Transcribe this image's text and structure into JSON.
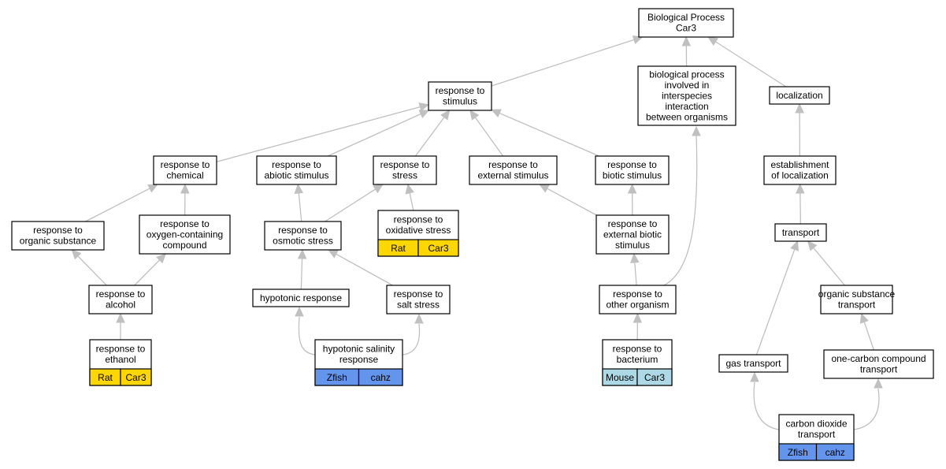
{
  "nodes": {
    "bp": {
      "lines": [
        "Biological Process",
        "Car3"
      ]
    },
    "rts": {
      "lines": [
        "response to",
        "stimulus"
      ]
    },
    "bpinv": {
      "lines": [
        "biological process",
        "involved in",
        "interspecies",
        "interaction",
        "between organisms"
      ]
    },
    "loc": {
      "lines": [
        "localization"
      ]
    },
    "rtchem": {
      "lines": [
        "response to",
        "chemical"
      ]
    },
    "rtabio": {
      "lines": [
        "response to",
        "abiotic stimulus"
      ]
    },
    "rtstress": {
      "lines": [
        "response to",
        "stress"
      ]
    },
    "rtext": {
      "lines": [
        "response to",
        "external stimulus"
      ]
    },
    "rtbio": {
      "lines": [
        "response to",
        "biotic stimulus"
      ]
    },
    "estloc": {
      "lines": [
        "establishment",
        "of localization"
      ]
    },
    "rtorg": {
      "lines": [
        "response to",
        "organic substance"
      ]
    },
    "rtoxy": {
      "lines": [
        "response to",
        "oxygen-containing",
        "compound"
      ]
    },
    "rtosm": {
      "lines": [
        "response to",
        "osmotic stress"
      ]
    },
    "rtoxs": {
      "lines": [
        "response to",
        "oxidative stress"
      ],
      "tags": [
        "Rat",
        "Car3"
      ],
      "tag_color": "#ffd700"
    },
    "rtextbio": {
      "lines": [
        "response to",
        "external biotic",
        "stimulus"
      ]
    },
    "transport": {
      "lines": [
        "transport"
      ]
    },
    "rtalc": {
      "lines": [
        "response to",
        "alcohol"
      ]
    },
    "hypo": {
      "lines": [
        "hypotonic response"
      ]
    },
    "rtsalt": {
      "lines": [
        "response to",
        "salt stress"
      ]
    },
    "rtother": {
      "lines": [
        "response to",
        "other organism"
      ]
    },
    "orgtr": {
      "lines": [
        "organic substance",
        "transport"
      ]
    },
    "rteth": {
      "lines": [
        "response to",
        "ethanol"
      ],
      "tags": [
        "Rat",
        "Car3"
      ],
      "tag_color": "#ffd700"
    },
    "hyposal": {
      "lines": [
        "hypotonic salinity",
        "response"
      ],
      "tags": [
        "Zfish",
        "cahz"
      ],
      "tag_color": "#6495ed"
    },
    "rtbact": {
      "lines": [
        "response to",
        "bacterium"
      ],
      "tags": [
        "Mouse",
        "Car3"
      ],
      "tag_color": "#add8e6"
    },
    "gastr": {
      "lines": [
        "gas transport"
      ]
    },
    "onec": {
      "lines": [
        "one-carbon compound",
        "transport"
      ]
    },
    "co2": {
      "lines": [
        "carbon dioxide",
        "transport"
      ],
      "tags": [
        "Zfish",
        "cahz"
      ],
      "tag_color": "#6495ed"
    }
  },
  "edges": [
    [
      "rts",
      "bp"
    ],
    [
      "bpinv",
      "bp"
    ],
    [
      "loc",
      "bp"
    ],
    [
      "rtchem",
      "rts"
    ],
    [
      "rtabio",
      "rts"
    ],
    [
      "rtstress",
      "rts"
    ],
    [
      "rtext",
      "rts"
    ],
    [
      "rtbio",
      "rts"
    ],
    [
      "estloc",
      "loc"
    ],
    [
      "rtorg",
      "rtchem"
    ],
    [
      "rtoxy",
      "rtchem"
    ],
    [
      "rtosm",
      "rtabio"
    ],
    [
      "rtosm",
      "rtstress"
    ],
    [
      "rtoxs",
      "rtstress"
    ],
    [
      "rtextbio",
      "rtext"
    ],
    [
      "rtextbio",
      "rtbio"
    ],
    [
      "transport",
      "estloc"
    ],
    [
      "rtalc",
      "rtorg"
    ],
    [
      "rtalc",
      "rtoxy"
    ],
    [
      "hypo",
      "rtosm"
    ],
    [
      "rtsalt",
      "rtosm"
    ],
    [
      "rtother",
      "rtextbio"
    ],
    [
      "rtother",
      "bpinv"
    ],
    [
      "orgtr",
      "transport"
    ],
    [
      "gastr",
      "transport"
    ],
    [
      "rteth",
      "rtalc"
    ],
    [
      "hyposal",
      "hypo"
    ],
    [
      "hyposal",
      "rtsalt"
    ],
    [
      "rtbact",
      "rtother"
    ],
    [
      "onec",
      "orgtr"
    ],
    [
      "co2",
      "gastr"
    ],
    [
      "co2",
      "onec"
    ]
  ],
  "colors": {
    "edge": "#c0c0c0",
    "border": "#000000",
    "background": "#ffffff"
  }
}
